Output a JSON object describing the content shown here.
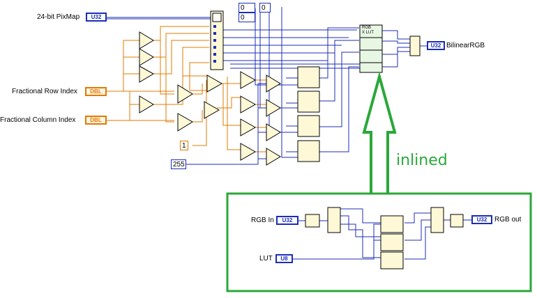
{
  "main_diagram": {
    "inputs": [
      {
        "label": "24-bit PixMap",
        "type": "U32"
      },
      {
        "label": "Fractional Row Index",
        "type": "DBL"
      },
      {
        "label": "Fractional Column Index",
        "type": "DBL"
      }
    ],
    "output": {
      "label": "BilinearRGB",
      "type": "U32"
    },
    "constants": {
      "one": "1",
      "max_value": "255",
      "index_row": "0",
      "index_col": "0",
      "index_other": "0"
    },
    "lut_node_label": [
      "RGB",
      "X LUT"
    ]
  },
  "annotation": {
    "text": "inlined",
    "color": "#2aa838"
  },
  "subdiagram": {
    "inputs": [
      {
        "label": "RGB In",
        "type": "U32"
      },
      {
        "label": "LUT",
        "type": "U8"
      }
    ],
    "output": {
      "label": "RGB out",
      "type": "U32"
    }
  },
  "colors": {
    "u32_wire": "#1c2db6",
    "dbl_wire": "#e07b00",
    "highlight": "#2aa838"
  }
}
